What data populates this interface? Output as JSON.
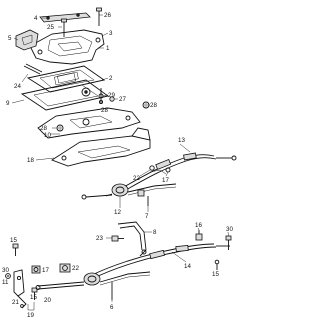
{
  "diagram": {
    "callouts": [
      {
        "id": "c4",
        "text": "4"
      },
      {
        "id": "c26",
        "text": "26"
      },
      {
        "id": "c25",
        "text": "25"
      },
      {
        "id": "c3",
        "text": "3"
      },
      {
        "id": "c5",
        "text": "5"
      },
      {
        "id": "c1",
        "text": "1"
      },
      {
        "id": "c24",
        "text": "24"
      },
      {
        "id": "c2",
        "text": "2"
      },
      {
        "id": "c9",
        "text": "9"
      },
      {
        "id": "c29",
        "text": "29"
      },
      {
        "id": "c27",
        "text": "27"
      },
      {
        "id": "c28a",
        "text": "28"
      },
      {
        "id": "c28b",
        "text": "28"
      },
      {
        "id": "c28c",
        "text": "28"
      },
      {
        "id": "c10",
        "text": "10"
      },
      {
        "id": "c18",
        "text": "18"
      },
      {
        "id": "c13",
        "text": "13"
      },
      {
        "id": "c22a",
        "text": "22"
      },
      {
        "id": "c17a",
        "text": "17"
      },
      {
        "id": "c12",
        "text": "12"
      },
      {
        "id": "c7",
        "text": "7"
      },
      {
        "id": "c23",
        "text": "23"
      },
      {
        "id": "c8",
        "text": "8"
      },
      {
        "id": "c16",
        "text": "16"
      },
      {
        "id": "c30",
        "text": "30"
      },
      {
        "id": "c15a",
        "text": "15"
      },
      {
        "id": "c15b",
        "text": "15"
      },
      {
        "id": "c15c",
        "text": "15"
      },
      {
        "id": "c30b",
        "text": "30"
      },
      {
        "id": "c11",
        "text": "11"
      },
      {
        "id": "c17b",
        "text": "17"
      },
      {
        "id": "c22b",
        "text": "22"
      },
      {
        "id": "c14",
        "text": "14"
      },
      {
        "id": "c21",
        "text": "21"
      },
      {
        "id": "c20",
        "text": "20"
      },
      {
        "id": "c6",
        "text": "6"
      },
      {
        "id": "c19",
        "text": "19"
      }
    ]
  }
}
